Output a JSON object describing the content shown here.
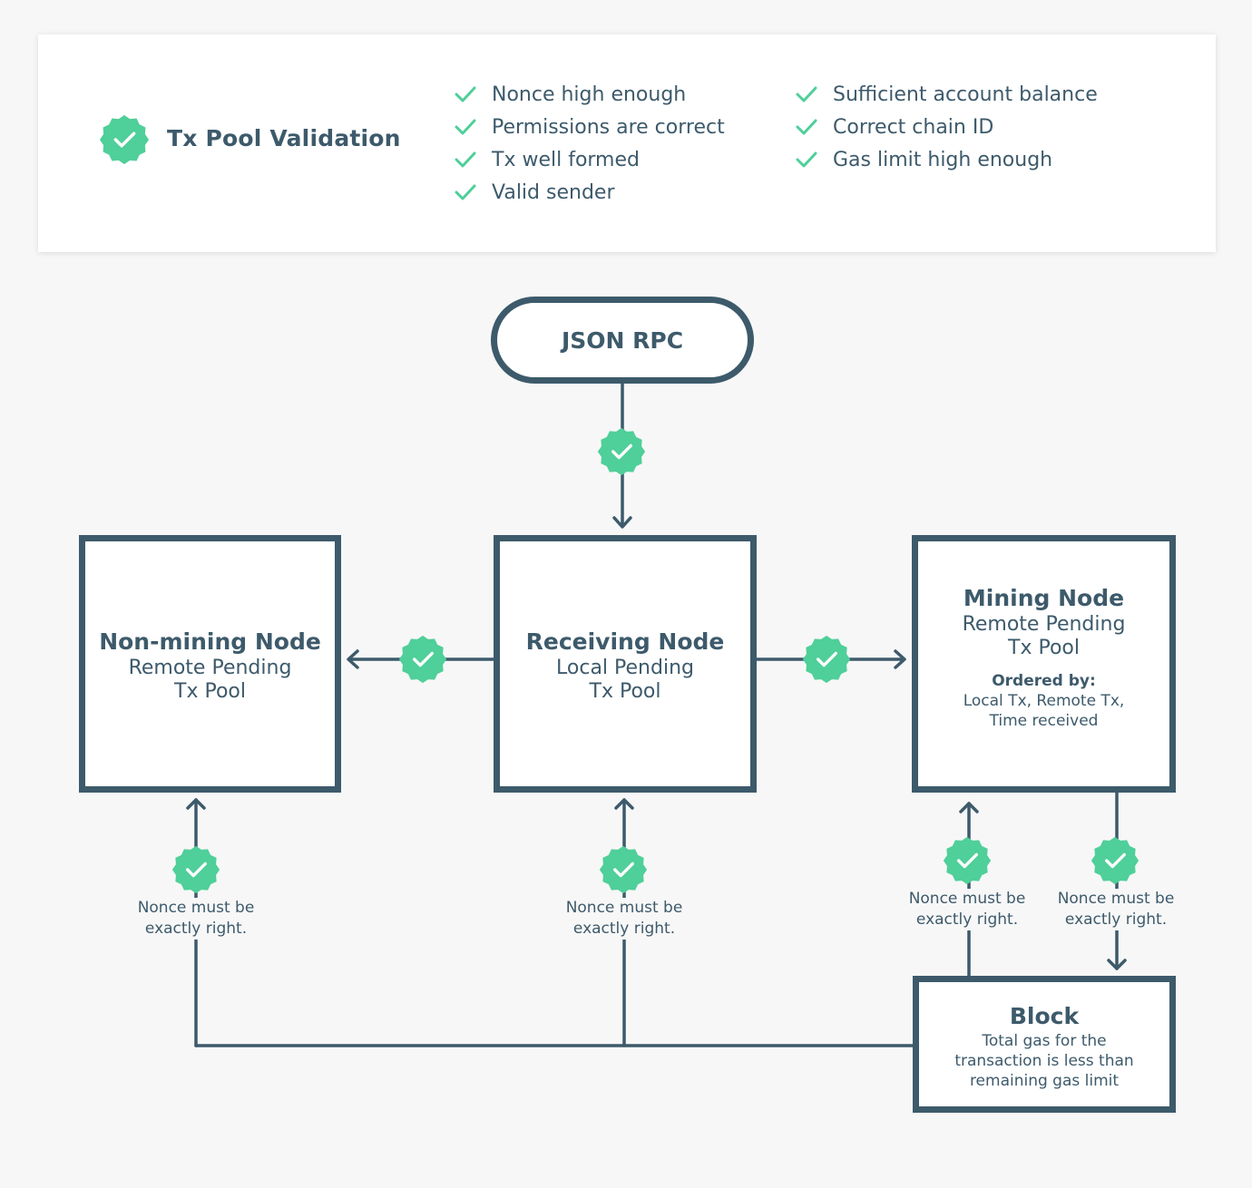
{
  "legend": {
    "title": "Tx Pool Validation",
    "left_items": [
      "Nonce high enough",
      "Permissions are correct",
      "Tx well formed",
      "Valid sender"
    ],
    "right_items": [
      "Sufficient account balance",
      "Correct chain ID",
      "Gas limit high enough"
    ],
    "icon": "check-badge-icon"
  },
  "nodes": {
    "rpc": {
      "title": "JSON RPC"
    },
    "non_mining": {
      "title": "Non-mining Node",
      "sub1": "Remote Pending",
      "sub2": "Tx Pool"
    },
    "receiving": {
      "title": "Receiving Node",
      "sub1": "Local Pending",
      "sub2": "Tx Pool"
    },
    "mining": {
      "title": "Mining Node",
      "sub1": "Remote Pending",
      "sub2": "Tx Pool",
      "order_heading": "Ordered by:",
      "order1": "Local Tx, Remote Tx,",
      "order2": "Time received"
    },
    "block": {
      "title": "Block",
      "line1": "Total gas for the",
      "line2": "transaction is less than",
      "line3": "remaining gas limit"
    }
  },
  "captions": {
    "nonce_line1": "Nonce must be",
    "nonce_line2": "exactly right."
  },
  "colors": {
    "accent_green": "#4fcf99",
    "dark_slate": "#3d5a6b",
    "background": "#f7f7f7"
  }
}
